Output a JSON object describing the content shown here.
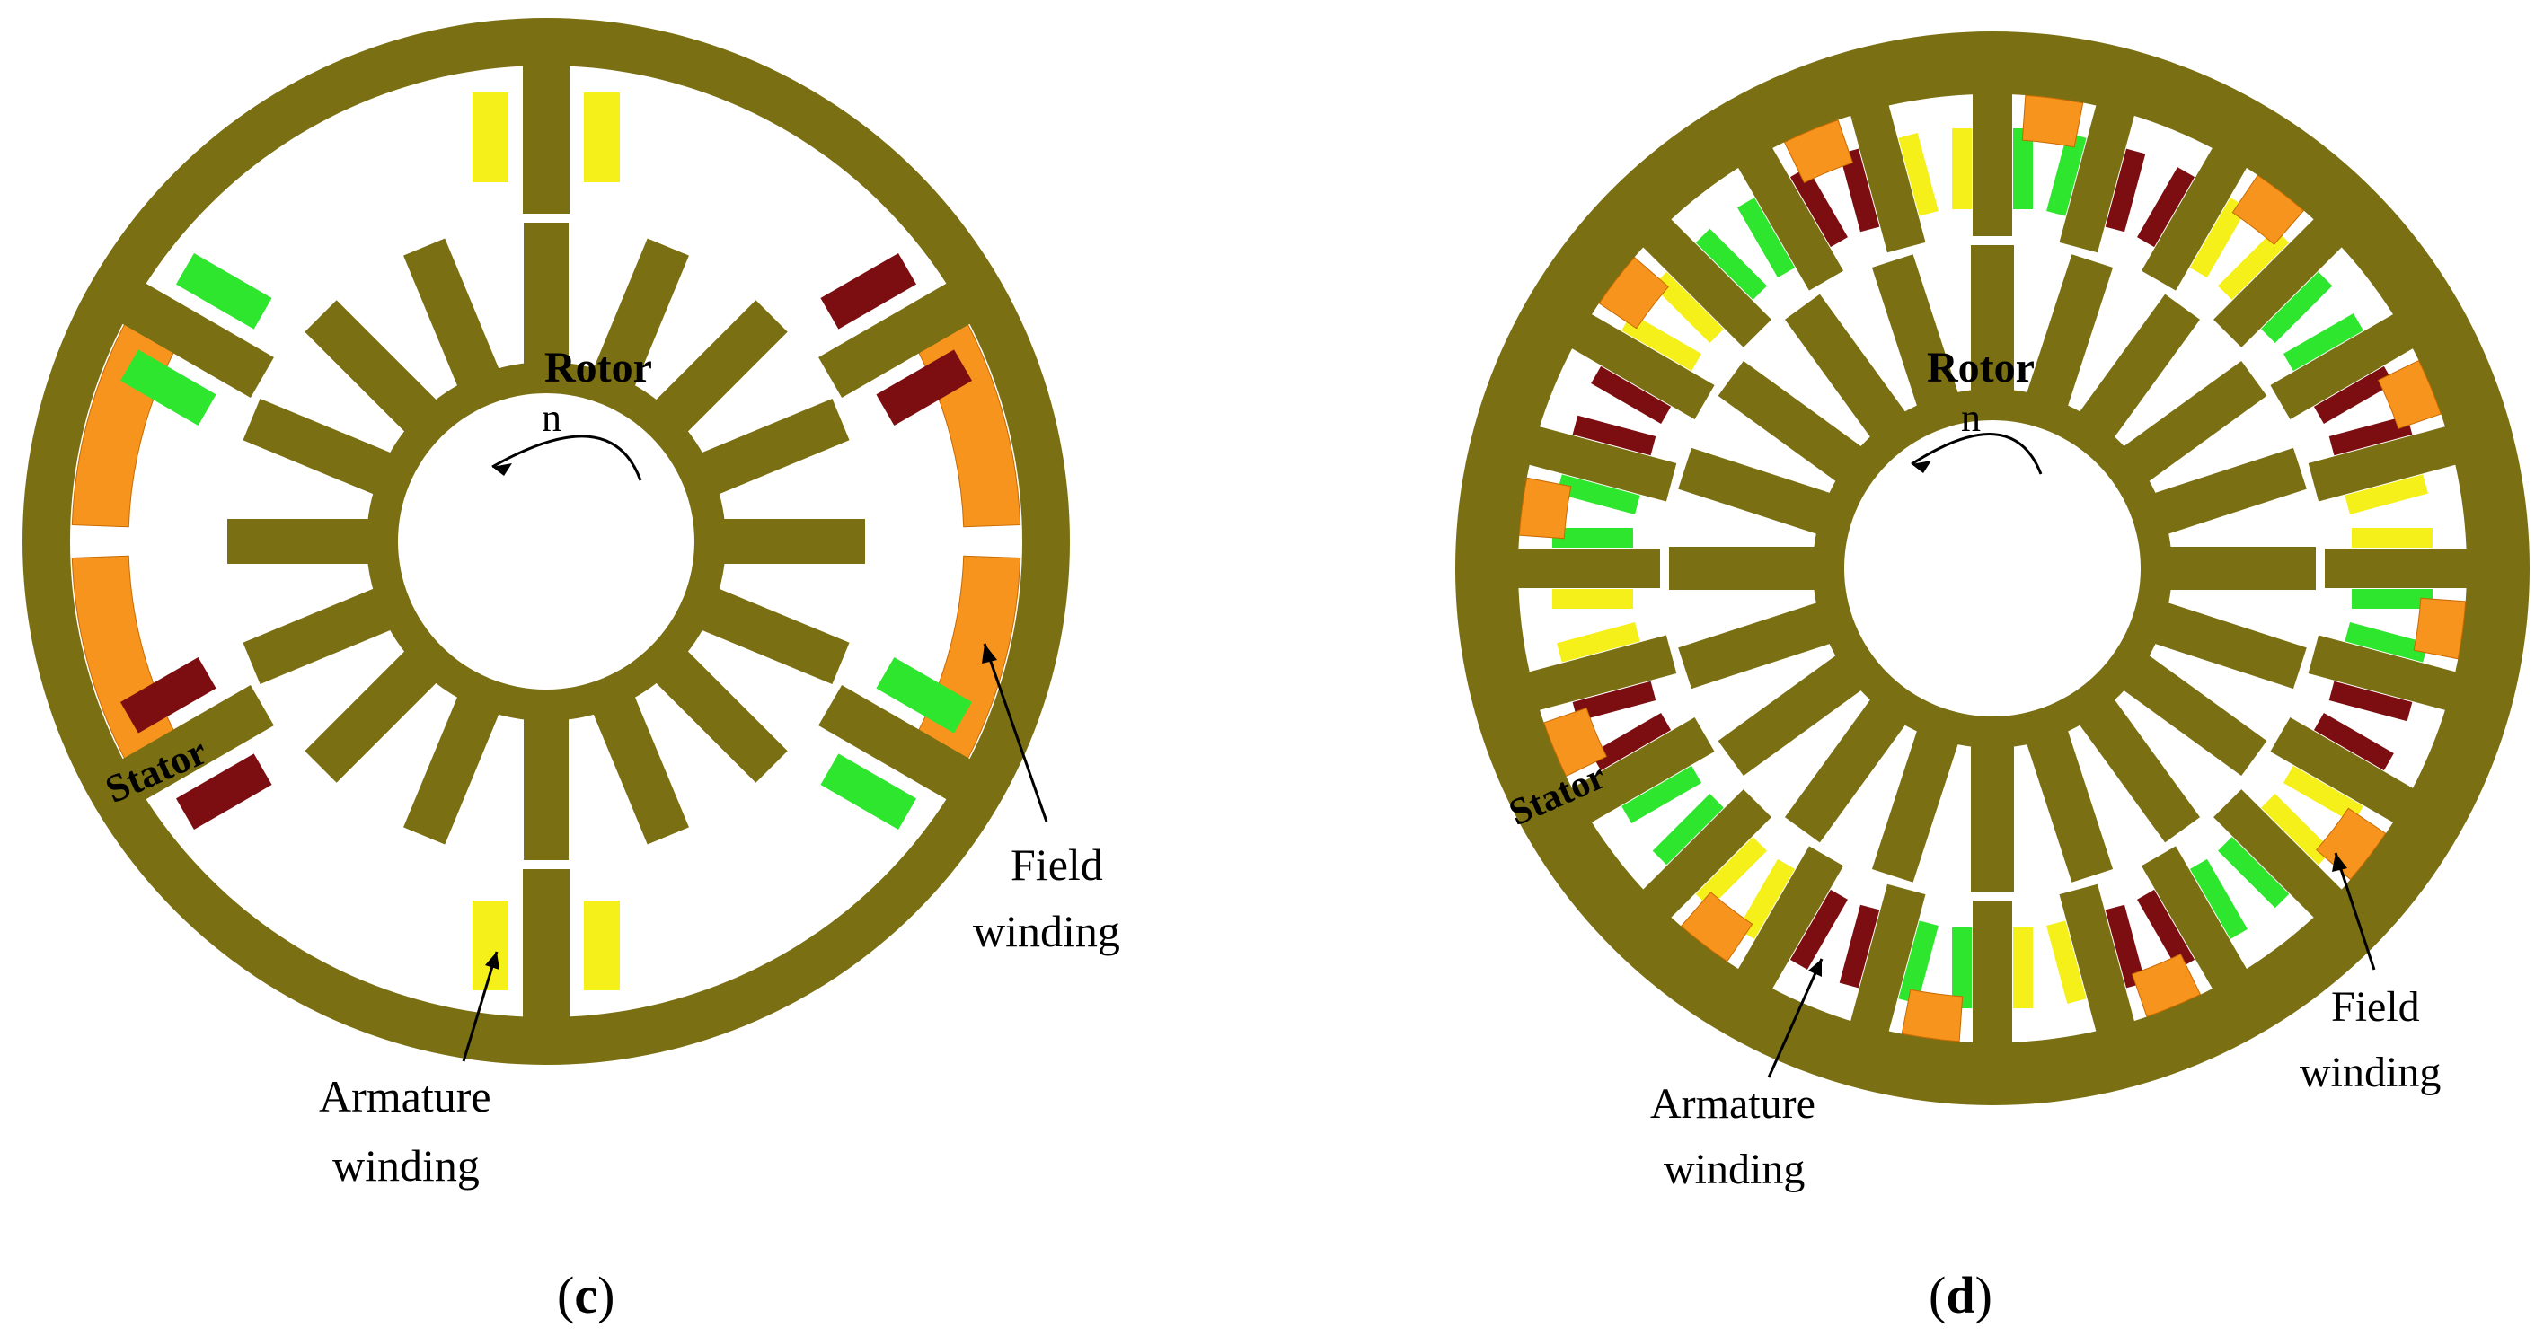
{
  "panels": [
    {
      "caption": "(c)",
      "caption_letter": "c",
      "rotor_label": "Rotor",
      "stator_label": "Stator",
      "speed_label": "n",
      "field_label_line1": "Field",
      "field_label_line2": "winding",
      "armature_label_line1": "Armature",
      "armature_label_line2": "winding",
      "stator_teeth": 6,
      "rotor_teeth": 16
    },
    {
      "caption": "(d)",
      "caption_letter": "d",
      "rotor_label": "Rotor",
      "stator_label": "Stator",
      "speed_label": "n",
      "field_label_line1": "Field",
      "field_label_line2": "winding",
      "armature_label_line1": "Armature",
      "armature_label_line2": "winding",
      "stator_teeth": 24,
      "rotor_teeth": 20
    }
  ],
  "colors": {
    "core": "#7a6f12",
    "field_winding": "#f7941d",
    "armature_phase_a": "#f5ef1a",
    "armature_phase_b": "#2ee62e",
    "armature_phase_c": "#7c0e12"
  }
}
